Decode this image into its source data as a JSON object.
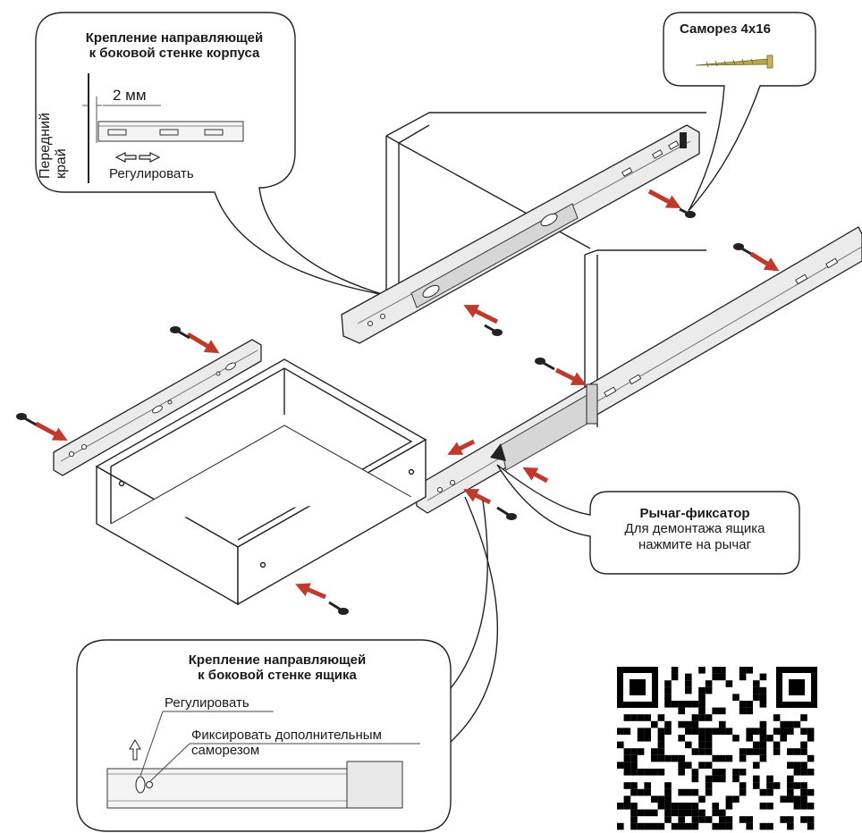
{
  "callout_cabinet": {
    "title_line1": "Крепление направляющей",
    "title_line2": "к боковой стенке корпуса",
    "side_label_line1": "Передний",
    "side_label_line2": "край",
    "offset_value": "2 мм",
    "adjust_label": "Регулировать"
  },
  "callout_screw": {
    "title": "Саморез 4x16"
  },
  "callout_lever": {
    "title": "Рычаг-фиксатор",
    "line1": "Для демонтажа ящика",
    "line2": "нажмите на рычаг"
  },
  "callout_drawer": {
    "title_line1": "Крепление направляющей",
    "title_line2": "к боковой стенке ящика",
    "adjust_label": "Регулировать",
    "fix_line1": "Фиксировать дополнительным",
    "fix_line2": "саморезом"
  },
  "colors": {
    "arrow": "#c0392b",
    "rail_fill": "#e6e6e6",
    "outline": "#222222",
    "qr": "#000000"
  }
}
